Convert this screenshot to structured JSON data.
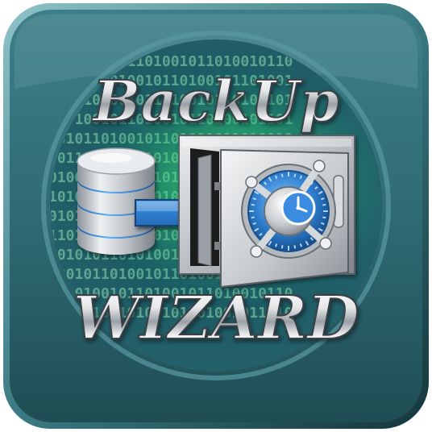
{
  "app_icon": {
    "title_top": "BackUp",
    "title_bottom": "WIZARD",
    "binary_rows": [
      "0110100101101001011010010110",
      "1001011010010110100101101001",
      "0101101001011010010110100101",
      "1101001011010010110100101101",
      "0010110100101101001011010010",
      "1011010010110100101101001011",
      "0100101101001011010010110100",
      "1010010110100101101001011010",
      "0101101010101101010110101011",
      "1101010010110100101101001011",
      "0010101101010010110101001010",
      "1001011010010110100101101001",
      "0110100101101001011010010110",
      "1010010110100101101001011010"
    ],
    "icons": {
      "database": "database-icon",
      "arrow": "arrow-right-icon",
      "safe": "safe-vault-icon",
      "clock": "clock-icon"
    },
    "colors": {
      "tile": "#2f6b73",
      "tile_dark": "#1c4b52",
      "tile_light": "#5e9aa2",
      "glow": "#39e07a",
      "accent_blue": "#2f7fd0",
      "metal": "#c9cdd1",
      "metal_dark": "#6f7479"
    }
  }
}
